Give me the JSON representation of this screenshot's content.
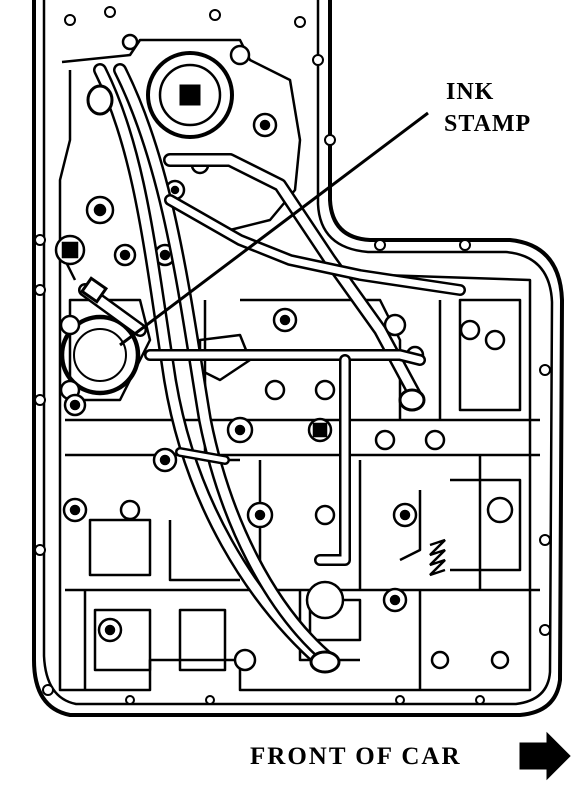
{
  "callout": {
    "line1": "INK",
    "line2": "STAMP"
  },
  "direction": {
    "label": "FRONT OF CAR",
    "arrow_icon": "right-arrow-icon"
  },
  "colors": {
    "ink": "#000000",
    "paper": "#ffffff"
  }
}
